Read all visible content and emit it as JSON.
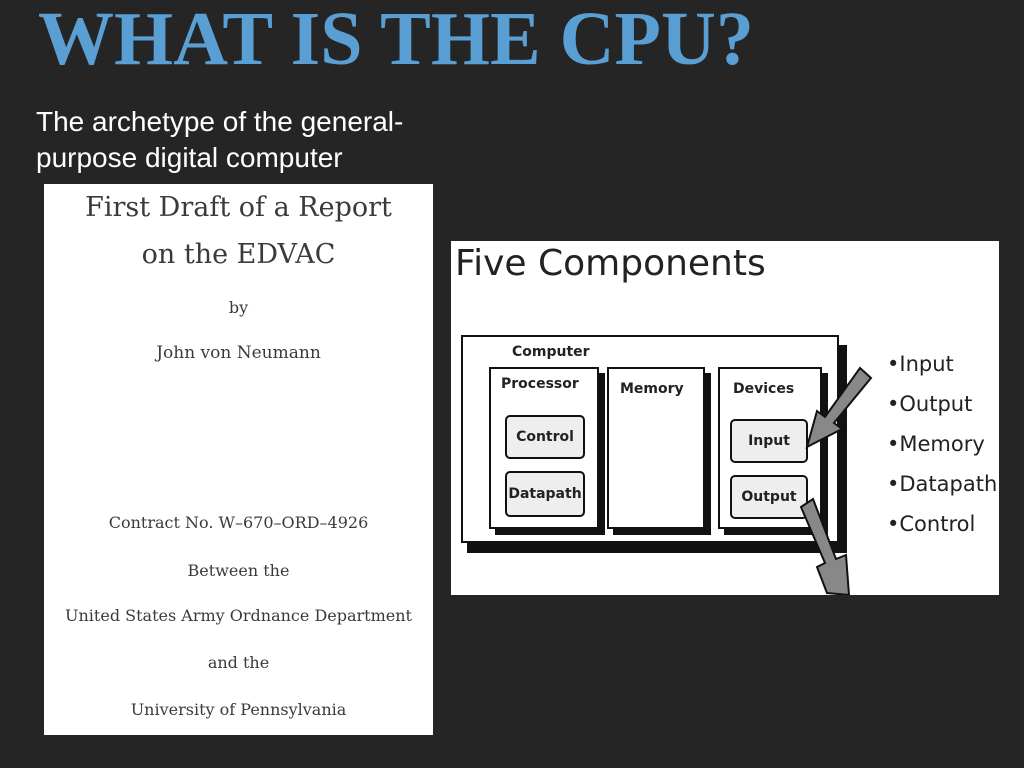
{
  "slide": {
    "title": "WHAT IS THE CPU?",
    "subtitle": "The archetype of the general-purpose digital computer"
  },
  "report": {
    "title_line1": "First Draft of a Report",
    "title_line2": "on the EDVAC",
    "by": "by",
    "author": "John von Neumann",
    "contract": "Contract No. W–670–ORD–4926",
    "between": "Between the",
    "org1": "United States Army Ordnance Department",
    "and": "and the",
    "org2": "University of Pennsylvania"
  },
  "diagram": {
    "title": "Five Components",
    "computer_label": "Computer",
    "processor_label": "Processor",
    "control_label": "Control",
    "datapath_label": "Datapath",
    "memory_label": "Memory",
    "devices_label": "Devices",
    "input_label": "Input",
    "output_label": "Output",
    "bullets": [
      "•Input",
      "•Output",
      "•Memory",
      "•Datapath",
      "•Control"
    ]
  }
}
